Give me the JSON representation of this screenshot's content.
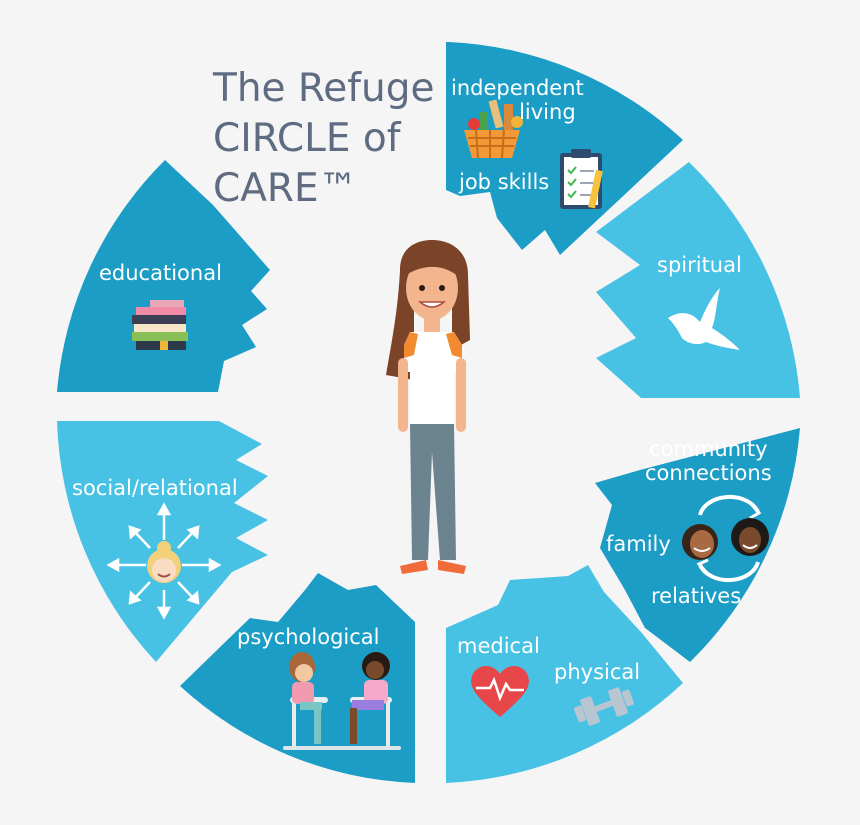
{
  "title": {
    "line1": "The Refuge",
    "line2": "CIRCLE of",
    "line3": "CARE™"
  },
  "segments": {
    "independent_living": {
      "label_line1": "independent",
      "label_line2": "living",
      "sub_label": "job skills",
      "color": "#1b9dc6"
    },
    "spiritual": {
      "label": "spiritual",
      "color": "#48c2e4"
    },
    "community": {
      "label_line1": "community",
      "label_line2": "connections",
      "family": "family",
      "relatives": "relatives",
      "color": "#1b9dc6"
    },
    "medical": {
      "label": "medical",
      "sub_label": "physical",
      "color": "#48c2e4"
    },
    "psychological": {
      "label": "psychological",
      "color": "#1b9dc6"
    },
    "social": {
      "label": "social/relational",
      "color": "#48c2e4"
    },
    "educational": {
      "label": "educational",
      "color": "#1b9dc6"
    }
  },
  "icons": [
    "grocery-basket-icon",
    "clipboard-icon",
    "dove-icon",
    "family-faces-icon",
    "cycle-arrows-icon",
    "heart-pulse-icon",
    "dumbbell-icon",
    "counseling-icon",
    "radiating-arrows-icon",
    "books-icon",
    "girl-figure-icon"
  ]
}
